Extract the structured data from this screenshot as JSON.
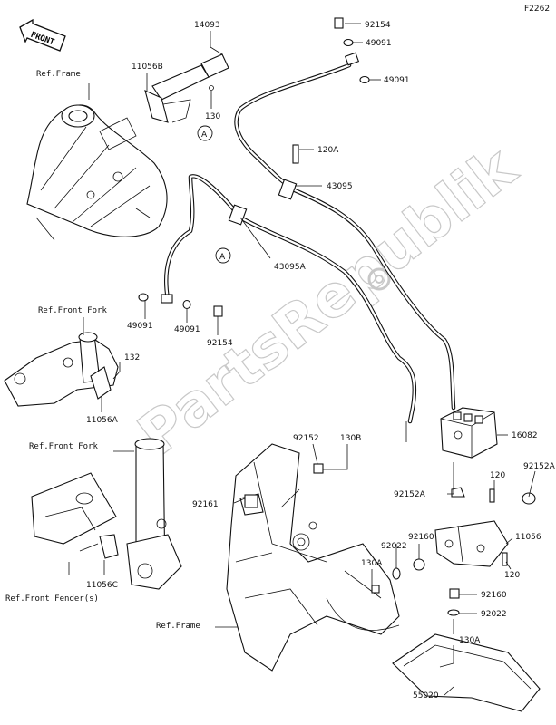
{
  "figure_code": "F2262",
  "front_label": "FRONT",
  "watermark": "PartsRepublik",
  "refs": {
    "frame_top": "Ref.Frame",
    "front_fork_top": "Ref.Front Fork",
    "front_fork_mid": "Ref.Front Fork",
    "front_fender": "Ref.Front Fender(s)",
    "frame_bottom": "Ref.Frame"
  },
  "callout_letter": "A",
  "parts": {
    "p14093": "14093",
    "p11056b": "11056B",
    "p130_top": "130",
    "p92154_top": "92154",
    "p49091_top1": "49091",
    "p49091_top2": "49091",
    "p120a": "120A",
    "p43095": "43095",
    "p43095a": "43095A",
    "p49091_l1": "49091",
    "p49091_l2": "49091",
    "p92154_l": "92154",
    "p132": "132",
    "p11056a": "11056A",
    "p92152": "92152",
    "p130b": "130B",
    "p92161": "92161",
    "p16082": "16082",
    "p120_r": "120",
    "p92152a_r": "92152A",
    "p92152a_l": "92152A",
    "p92160_t": "92160",
    "p92022_t": "92022",
    "p11056": "11056",
    "p130a_l": "130A",
    "p120_b": "120",
    "p92160_b": "92160",
    "p92022_b": "92022",
    "p130a_b": "130A",
    "p11056c": "11056C",
    "p55020": "55020"
  }
}
